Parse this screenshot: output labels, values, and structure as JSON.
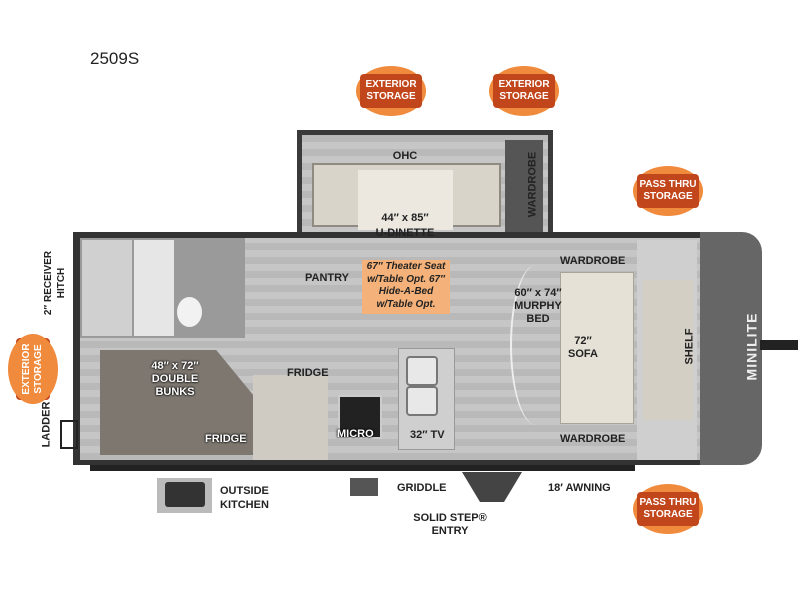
{
  "model": "2509S",
  "badges": {
    "exterior_storage_top_left": "EXTERIOR STORAGE",
    "exterior_storage_top_right": "EXTERIOR STORAGE",
    "exterior_storage_side": "EXTERIOR STORAGE",
    "pass_thru_top": "PASS THRU STORAGE",
    "pass_thru_bottom": "PASS THRU STORAGE"
  },
  "labels": {
    "ohc": "OHC",
    "wardrobe_slide": "WARDROBE",
    "dinette_size": "44″ x 85″",
    "dinette": "U-DINETTE",
    "pantry": "PANTRY",
    "theater": "67″ Theater Seat w/Table Opt. 67″ Hide-A-Bed w/Table Opt.",
    "wardrobe_top": "WARDROBE",
    "wardrobe_bottom": "WARDROBE",
    "murphy": "60″ x 74″ MURPHY BED",
    "sofa": "72″ SOFA",
    "shelf": "SHELF",
    "brand": "MINILITE",
    "hitch": "2″ RECEIVER HITCH",
    "bunks": "48″ x 72″ DOUBLE BUNKS",
    "fridge_kitchen": "FRIDGE",
    "fridge_bunk": "FRIDGE",
    "micro": "MICRO",
    "tv": "32″ TV",
    "ladder": "LADDER",
    "outside_kitchen": "OUTSIDE KITCHEN",
    "griddle": "GRIDDLE",
    "entry": "SOLID STEP® ENTRY",
    "awning": "18′ AWNING"
  },
  "colors": {
    "badge": "#c2461c",
    "badge_glow": "#f08a3c",
    "note": "#f4b27a"
  }
}
